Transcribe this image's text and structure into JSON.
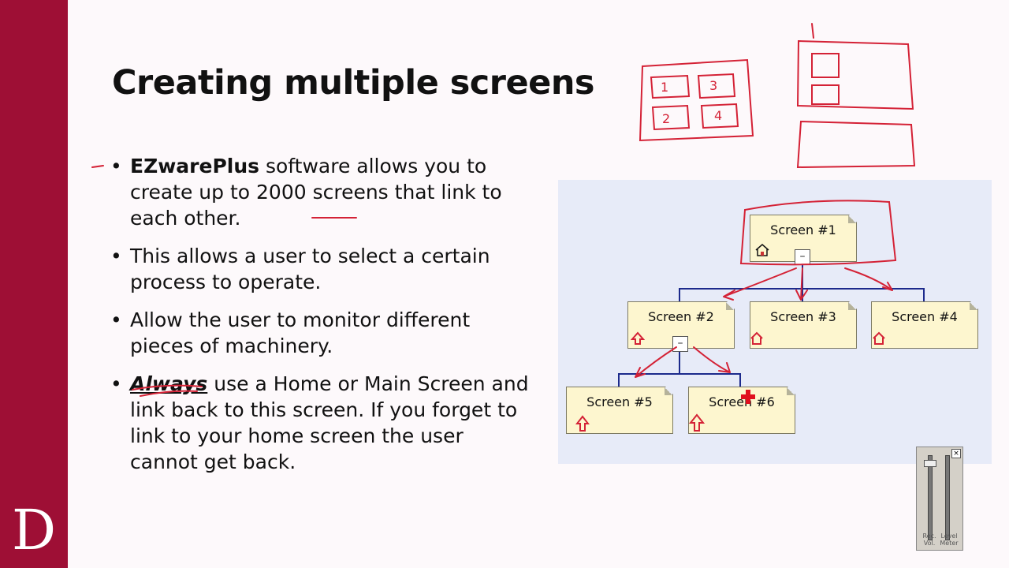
{
  "logo": {
    "letter": "D"
  },
  "slide": {
    "title": "Creating multiple screens",
    "bullets": [
      {
        "bold": "EZwarePlus",
        "text": " software allows you to create up to 2000 screens that link to each other."
      },
      {
        "text": "This allows a user to select a certain process to operate."
      },
      {
        "text": "Allow the user to monitor different pieces of machinery."
      },
      {
        "emphasis": "Always",
        "text": " use a Home or Main Screen and link back to this screen. If you forget to link to your home screen the user cannot get back."
      }
    ]
  },
  "diagram": {
    "nodes": [
      {
        "label": "Screen #1",
        "icon": "home-icon"
      },
      {
        "label": "Screen #2",
        "icon": "up-arrow-icon"
      },
      {
        "label": "Screen #3",
        "icon": "home-icon"
      },
      {
        "label": "Screen #4",
        "icon": "home-icon"
      },
      {
        "label": "Screen #5",
        "icon": "up-arrow-icon"
      },
      {
        "label": "Screen #6",
        "icon": "up-arrow-icon"
      }
    ],
    "toggle": "–"
  },
  "sketch": {
    "labels": [
      "1",
      "3",
      "2",
      "4"
    ]
  },
  "volume": {
    "left_label": "Rec. Vol.",
    "right_label": "Level Meter",
    "close": "×"
  },
  "colors": {
    "sidebar": "#9e0f35",
    "ink": "#d42236",
    "connector": "#1c2a8c",
    "node": "#fdf6cf"
  }
}
